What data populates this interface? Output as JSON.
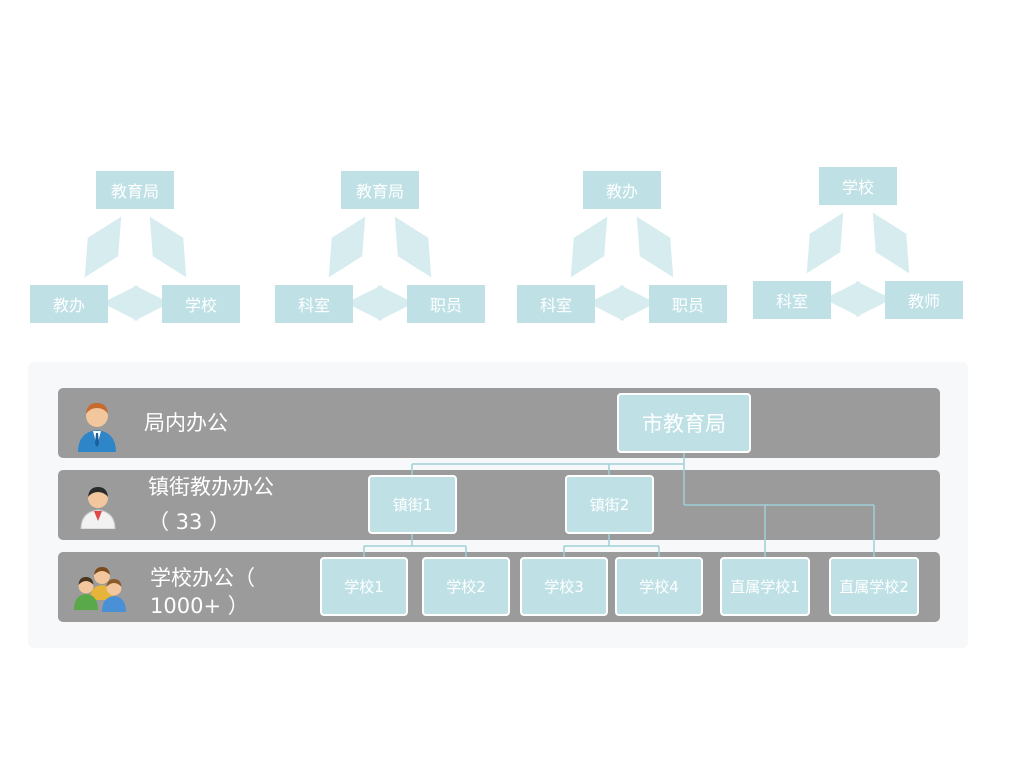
{
  "triangles": [
    {
      "top": "教育局",
      "left": "教办",
      "right": "学校"
    },
    {
      "top": "教育局",
      "left": "科室",
      "right": "职员"
    },
    {
      "top": "教办",
      "left": "科室",
      "right": "职员"
    },
    {
      "top": "学校",
      "left": "科室",
      "right": "教师"
    }
  ],
  "tiers": {
    "bureau": {
      "label": "局内办公",
      "icon": "businessman-icon"
    },
    "town": {
      "label_line1": "镇街教办办公",
      "label_line2": "（ 33 ）",
      "icon": "user-icon"
    },
    "school": {
      "label_line1": "学校办公（",
      "label_line2": "1000+ ）",
      "icon": "group-icon"
    }
  },
  "org": {
    "root": "市教育局",
    "towns": [
      "镇街1",
      "镇街2"
    ],
    "schools": [
      "学校1",
      "学校2",
      "学校3",
      "学校4"
    ],
    "direct_schools": [
      "直属学校1",
      "直属学校2"
    ]
  },
  "colors": {
    "node_fill": "#bfe1e6",
    "arrow": "#d7ecef",
    "band": "#9b9b9b",
    "panel": "#f7f8f9",
    "connector": "#9fcfd8"
  }
}
